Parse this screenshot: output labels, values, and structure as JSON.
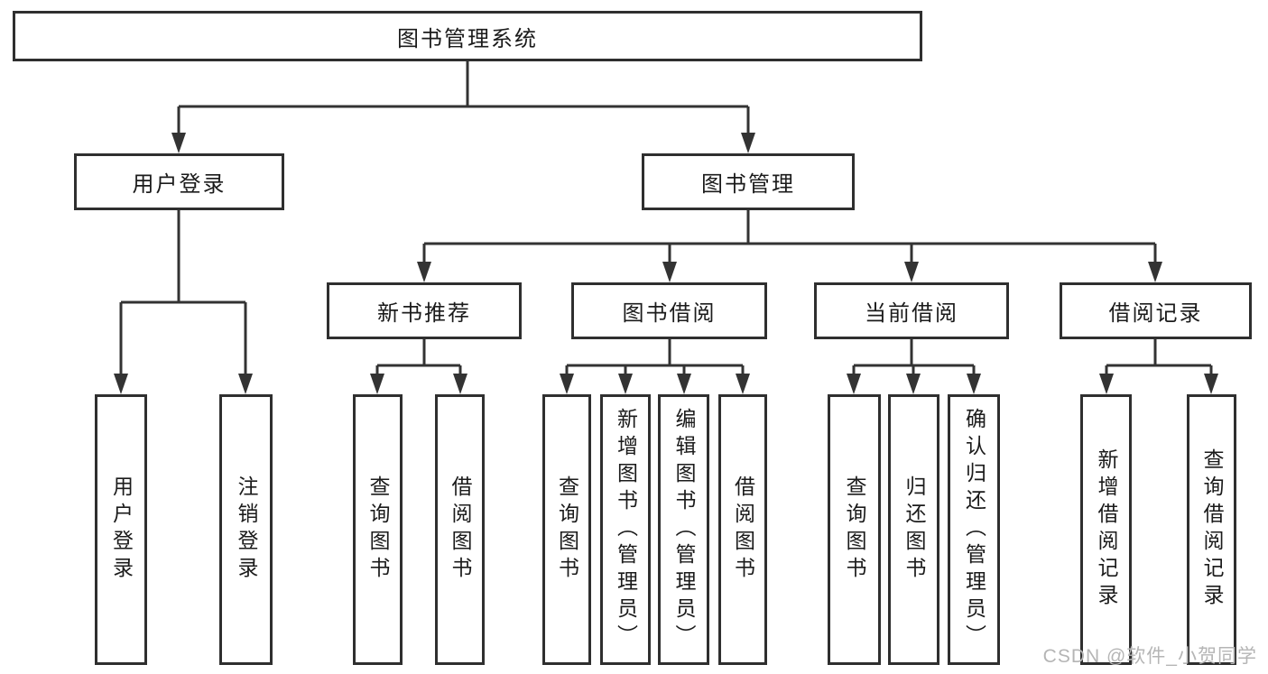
{
  "diagram": {
    "root": {
      "label": "图书管理系统"
    },
    "branches": [
      {
        "label": "用户登录",
        "children": [
          {
            "label": "用户登录"
          },
          {
            "label": "注销登录"
          }
        ]
      },
      {
        "label": "图书管理",
        "children": [
          {
            "label": "新书推荐",
            "children": [
              {
                "label": "查询图书"
              },
              {
                "label": "借阅图书"
              }
            ]
          },
          {
            "label": "图书借阅",
            "children": [
              {
                "label": "查询图书"
              },
              {
                "label": "新增图书（管理员）"
              },
              {
                "label": "编辑图书（管理员）"
              },
              {
                "label": "借阅图书"
              }
            ]
          },
          {
            "label": "当前借阅",
            "children": [
              {
                "label": "查询图书"
              },
              {
                "label": "归还图书"
              },
              {
                "label": "确认归还（管理员）"
              }
            ]
          },
          {
            "label": "借阅记录",
            "children": [
              {
                "label": "新增借阅记录"
              },
              {
                "label": "查询借阅记录"
              }
            ]
          }
        ]
      }
    ]
  },
  "watermark": {
    "text": "CSDN @软件_小贺同学"
  },
  "colors": {
    "line": "#333333",
    "box_border": "#2f2f2f",
    "text": "#1b1b1b",
    "watermark": "#b5b5b5",
    "background": "#ffffff"
  }
}
